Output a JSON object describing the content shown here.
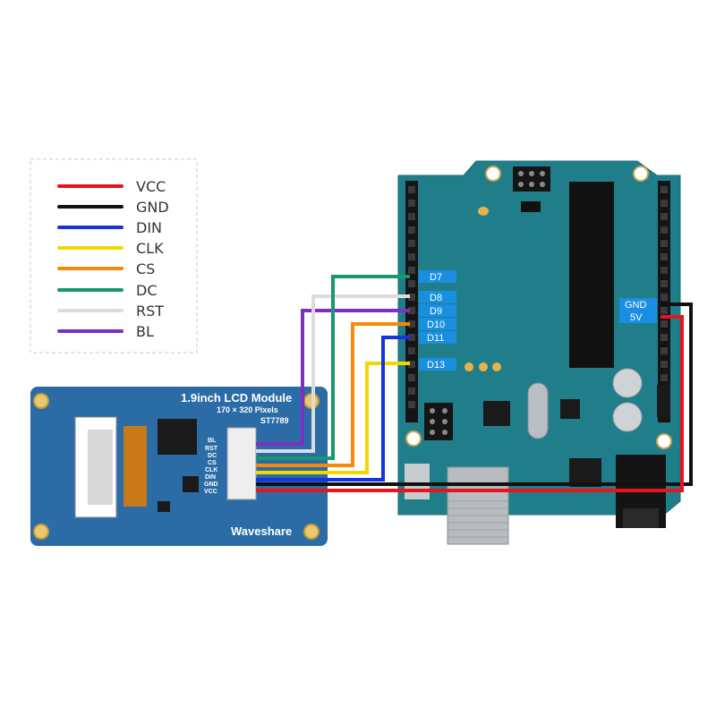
{
  "legend": {
    "items": [
      {
        "label": "VCC",
        "color": "#e8141c"
      },
      {
        "label": "GND",
        "color": "#111111"
      },
      {
        "label": "DIN",
        "color": "#1434e0"
      },
      {
        "label": "CLK",
        "color": "#f2d800"
      },
      {
        "label": "CS",
        "color": "#f58a0a"
      },
      {
        "label": "DC",
        "color": "#17986e"
      },
      {
        "label": "RST",
        "color": "#dcdcdc"
      },
      {
        "label": "BL",
        "color": "#7d2fbf"
      }
    ]
  },
  "lcd": {
    "title": "1.9inch LCD Module",
    "resolution": "170 × 320 Pixels",
    "driver": "ST7789",
    "brand": "Waveshare",
    "pins": [
      "BL",
      "RST",
      "DC",
      "CS",
      "CLK",
      "DIN",
      "GND",
      "VCC"
    ],
    "board_color": "#2b6ca6"
  },
  "arduino": {
    "board_color": "#207e8a",
    "pins": {
      "d7": "D7",
      "d8": "D8",
      "d9": "D9",
      "d10": "D10",
      "d11": "D11",
      "d13": "D13",
      "gnd": "GND",
      "v5": "5V"
    },
    "pin_label_color": "#1a8ee0"
  }
}
